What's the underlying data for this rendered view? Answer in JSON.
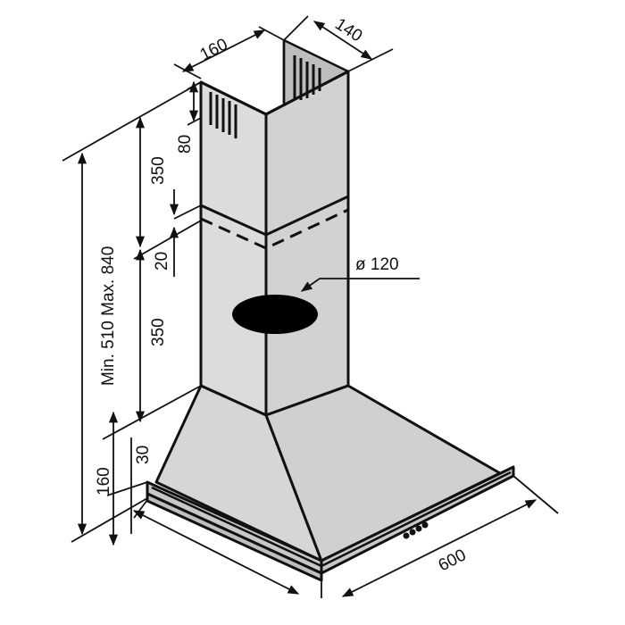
{
  "diagram": {
    "subject": "Chimney range hood dimension drawing",
    "colors": {
      "line": "#111111",
      "fill_light": "#dcdcdc",
      "fill_mid": "#cfcfcf",
      "fill_dark": "#b5b5b5",
      "outlet": "#000000",
      "background": "#ffffff"
    },
    "dimensions": {
      "chimney_width": "160",
      "chimney_depth": "140",
      "vent_slot_height": "80",
      "upper_chimney_height": "350",
      "overlap": "20",
      "lower_chimney_height": "350",
      "total_height": "Min. 510 Max. 840",
      "canopy_height": "160",
      "rim_height": "30",
      "hood_width": "600",
      "outlet_diameter": "ø 120"
    }
  }
}
